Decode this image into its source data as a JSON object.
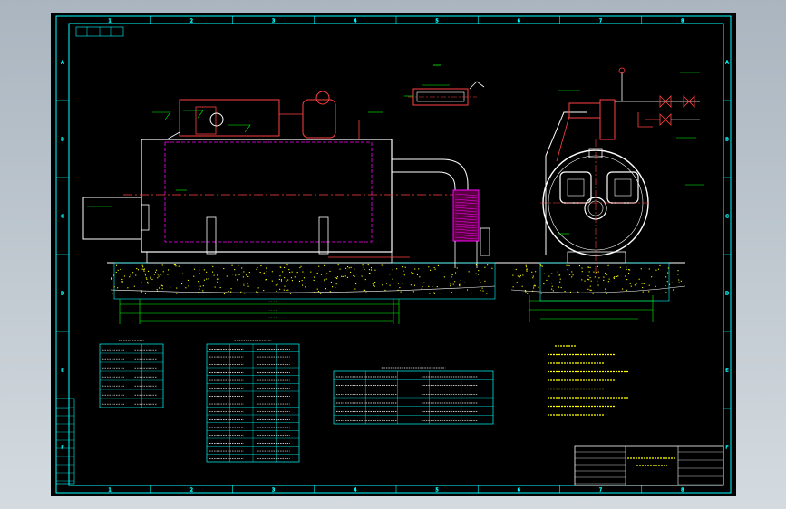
{
  "drawing": {
    "colors": {
      "background": "#000000",
      "frame": "#00ffff",
      "outline": "#ffffff",
      "vessel": "#ff4040",
      "marker": "#ff00ff",
      "dimension": "#00ff00",
      "note": "#ffff00",
      "grid_label": "#00e0e0"
    },
    "grid_top": [
      "1",
      "2",
      "3",
      "4",
      "5",
      "6",
      "7",
      "8"
    ],
    "grid_left": [
      "A",
      "B",
      "C",
      "D",
      "E",
      "F"
    ],
    "legend_tables": [
      {
        "id": "table-left",
        "rows": 7,
        "cols": 3
      },
      {
        "id": "table-mid",
        "rows": 15,
        "cols": 4
      },
      {
        "id": "table-right",
        "rows": 6,
        "cols": 5
      }
    ],
    "notes_lines": 9
  }
}
